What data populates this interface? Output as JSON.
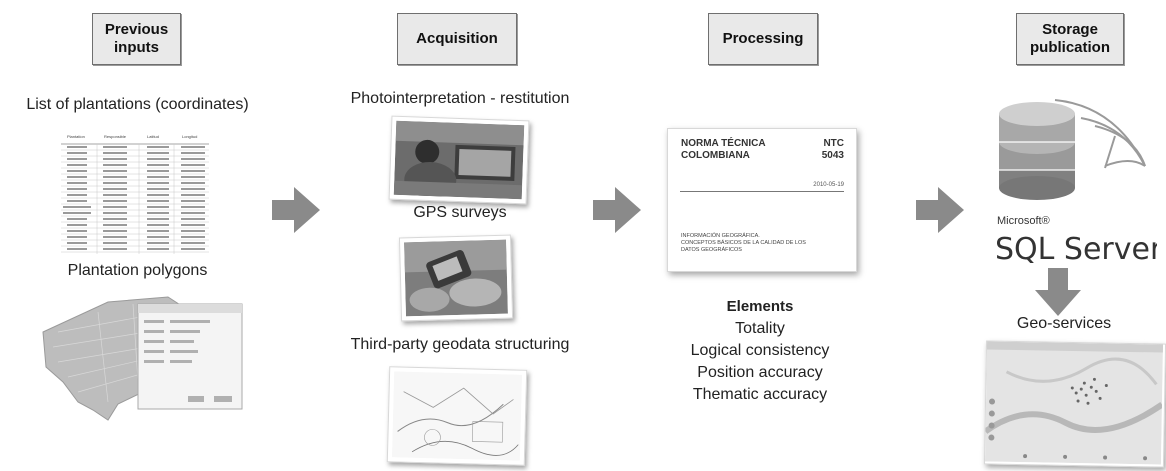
{
  "stages": {
    "previous_inputs": "Previous\ninputs",
    "acquisition": "Acquisition",
    "processing": "Processing",
    "storage_publication": "Storage\npublication"
  },
  "previous": {
    "list_label": "List of plantations (coordinates)",
    "polygons_label": "Plantation polygons"
  },
  "acquisition": {
    "photo_label": "Photointerpretation - restitution",
    "gps_label": "GPS surveys",
    "third_party_label": "Third-party geodata structuring"
  },
  "processing": {
    "doc_title_left": "NORMA TÉCNICA\nCOLOMBIANA",
    "doc_title_right": "NTC\n5043",
    "doc_date": "2010-05-19",
    "doc_body": "INFORMACIÓN GEOGRÁFICA.\nCONCEPTOS BÁSICOS DE LA CALIDAD DE LOS\nDATOS GEOGRÁFICOS",
    "elements_heading": "Elements",
    "elements": [
      "Totality",
      "Logical consistency",
      "Position accuracy",
      "Thematic accuracy"
    ]
  },
  "storage": {
    "sql_microsoft": "Microsoft®",
    "sql_server": "SQL Server",
    "geo_services_label": "Geo-services"
  }
}
